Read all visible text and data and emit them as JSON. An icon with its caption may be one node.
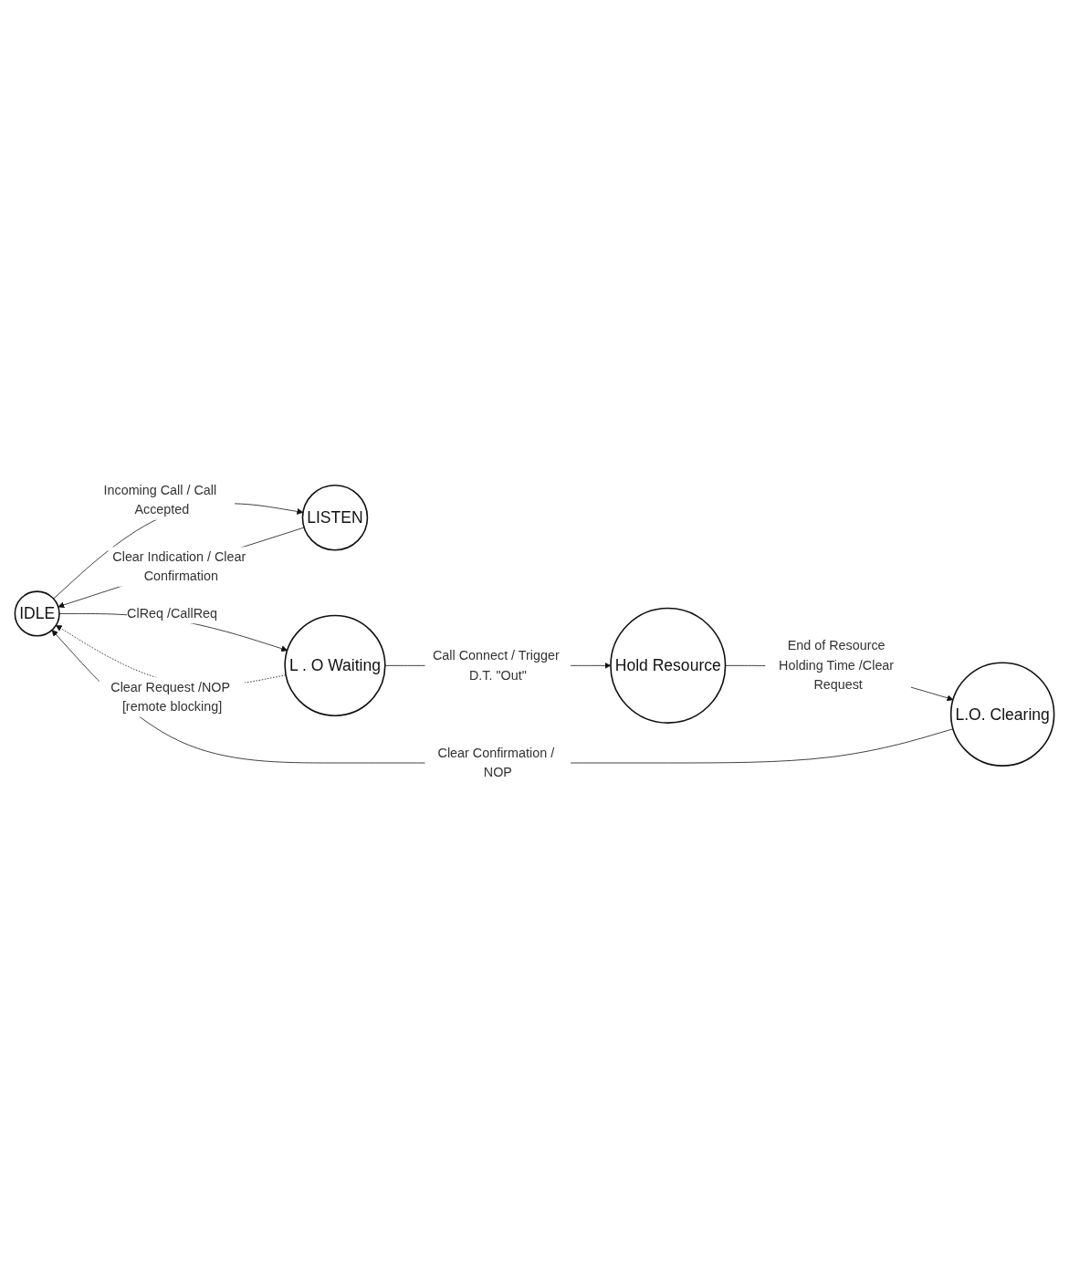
{
  "diagram": {
    "nodes": [
      {
        "text": [
          "IDLE"
        ]
      },
      {
        "text": [
          "LISTEN"
        ]
      },
      {
        "text": [
          "L.O. Clearing"
        ]
      },
      {
        "text": [
          "L . O Waiting"
        ]
      },
      {
        "text": [
          "Hold Resource"
        ]
      }
    ],
    "edges": [
      {
        "from": 0,
        "to": 1,
        "arrow": "to",
        "label": "Incoming Call / Call Accepted"
      },
      {
        "from": 1,
        "to": 0,
        "arrow": "to",
        "label": "Clear Indication / Clear Confirmation"
      },
      {
        "from": 0,
        "to": 3,
        "arrow": "to",
        "label": "ClReq /CallReq"
      },
      {
        "from": 3,
        "to": 0,
        "arrow": "to",
        "label": "Clear Request /NOP [remote blocking]",
        "style": "dashed"
      },
      {
        "from": 3,
        "to": 4,
        "arrow": "to",
        "label": "Call Connect / Trigger D.T. \"Out\""
      },
      {
        "from": 4,
        "to": 2,
        "arrow": "to",
        "label": "End of Resource Holding Time /Clear Request"
      },
      {
        "from": 2,
        "to": 0,
        "arrow": "to",
        "label": "Clear Confirmation / NOP"
      }
    ]
  }
}
